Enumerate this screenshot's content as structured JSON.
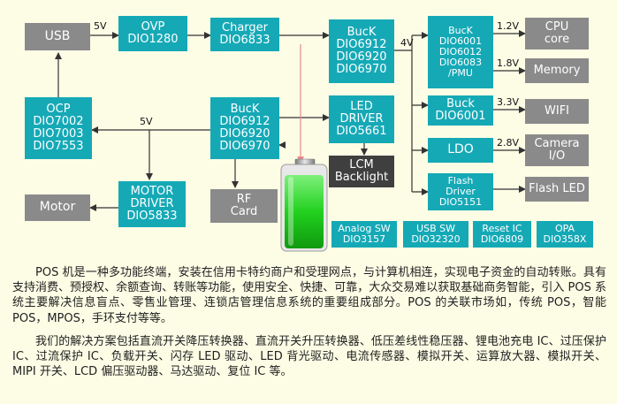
{
  "diagram": {
    "boxes": {
      "usb": [
        "USB"
      ],
      "ovp": [
        "OVP",
        "DIO1280"
      ],
      "charger": [
        "Charger",
        "DIO6833"
      ],
      "buck_top": [
        "BucK",
        "DIO6912",
        "DIO6920",
        "DIO6970"
      ],
      "buck_cpu": [
        "BucK",
        "DIO6001",
        "DIO6012",
        "DIO6083",
        "/PMU"
      ],
      "cpu": [
        "CPU",
        "core"
      ],
      "memory": [
        "Memory"
      ],
      "ocp": [
        "OCP",
        "DIO7002",
        "DIO7003",
        "DIO7553"
      ],
      "buck_mid": [
        "BucK",
        "DIO6912",
        "DIO6920",
        "DIO6970"
      ],
      "led_driver": [
        "LED",
        "DRIVER",
        "DIO5661"
      ],
      "buck_wifi": [
        "Buck",
        "DIO6001"
      ],
      "wifi": [
        "WIFI"
      ],
      "ldo": [
        "LDO"
      ],
      "camera": [
        "Camera",
        "I/O"
      ],
      "lcm": [
        "LCM",
        "Backlight"
      ],
      "flash_driver": [
        "Flash",
        "Driver",
        "DIO5151"
      ],
      "flash_led": [
        "Flash LED"
      ],
      "motor": [
        "Motor"
      ],
      "motor_driver": [
        "MOTOR",
        "DRIVER",
        "DIO5833"
      ],
      "rf": [
        "RF",
        "Card"
      ],
      "analog_sw": [
        "Analog SW",
        "DIO3157"
      ],
      "usb_sw": [
        "USB SW",
        "DIO32320"
      ],
      "reset_ic": [
        "Reset IC",
        "DIO6809"
      ],
      "opa": [
        "OPA",
        "DIO358X"
      ]
    },
    "voltage_labels": {
      "usb_out": "5V",
      "rail_4v": "4V",
      "cpu_1v2": "1.2V",
      "mem_1v8": "1.8V",
      "wifi_3v3": "3.3V",
      "cam_2v8": "2.8V",
      "ocp_5v": "5V"
    }
  },
  "text": {
    "para1": "POS 机是一种多功能终端，安装在信用卡特约商户和受理网点，与计算机相连，实现电子资金的自动转账。具有支持消费、预授权、余额查询、转账等功能，使用安全、快捷、可靠，大众交易难以获取基础商务智能，引入 POS 系统主要解决信息盲点、零售业管理、连锁店管理信息系统的重要组成部分。POS 的关联市场如，传统 POS，智能 POS，MPOS，手环支付等等。",
    "para2": "我们的解决方案包括直流开关降压转换器、直流开关升压转换器、低压差线性稳压器、锂电池充电 IC、过压保护 IC、过流保护 IC、负载开关、闪存 LED 驱动、LED 背光驱动、电流传感器、模拟开关、运算放大器、模拟开关、MIPI 开关、LCD 偏压驱动器、马达驱动、复位 IC 等。"
  },
  "colors": {
    "teal": "#15a9b6",
    "gray": "#8a8a8a",
    "dark": "#3f3f3f",
    "battery_green": "#22d11f",
    "arrow": "#333333",
    "charger_arrow": "#e58a8a",
    "background": "#fdfde6"
  },
  "icons": [
    "battery-icon"
  ]
}
